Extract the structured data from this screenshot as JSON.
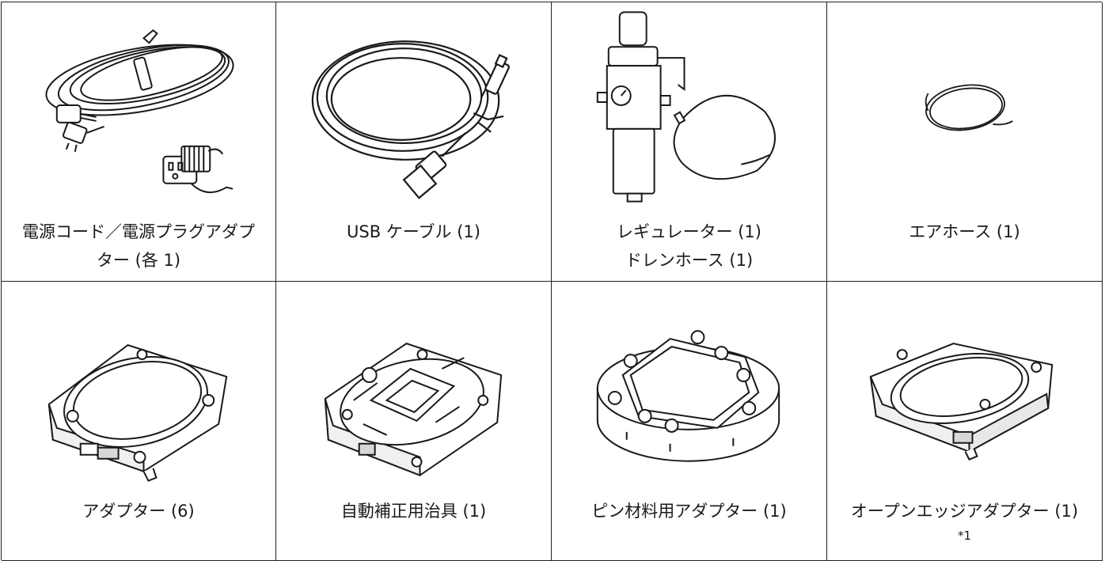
{
  "items": [
    {
      "label_line1": "電源コード／電源プラグアダプ",
      "label_line2": "ター (各 1)",
      "illustration": "power-cord-and-plug-adapter"
    },
    {
      "label_line1": "USB ケーブル (1)",
      "label_line2": "",
      "illustration": "usb-cable"
    },
    {
      "label_line1": "レギュレーター (1)",
      "label_line2": "ドレンホース (1)",
      "illustration": "regulator-and-drain-hose"
    },
    {
      "label_line1": "エアホース (1)",
      "label_line2": "",
      "illustration": "air-hose"
    },
    {
      "label_line1": "アダプター (6)",
      "label_line2": "",
      "illustration": "adapter"
    },
    {
      "label_line1": "自動補正用治具 (1)",
      "label_line2": "",
      "illustration": "auto-calibration-jig"
    },
    {
      "label_line1": "ピン材料用アダプター (1)",
      "label_line2": "",
      "illustration": "pin-material-adapter"
    },
    {
      "label_line1": "オープンエッジアダプター (1)",
      "label_line2": "",
      "note": "*1",
      "illustration": "open-edge-adapter"
    }
  ],
  "colors": {
    "line": "#1a1a1a",
    "fill_light": "#f4f4f4",
    "fill_mid": "#d8d8d8"
  }
}
